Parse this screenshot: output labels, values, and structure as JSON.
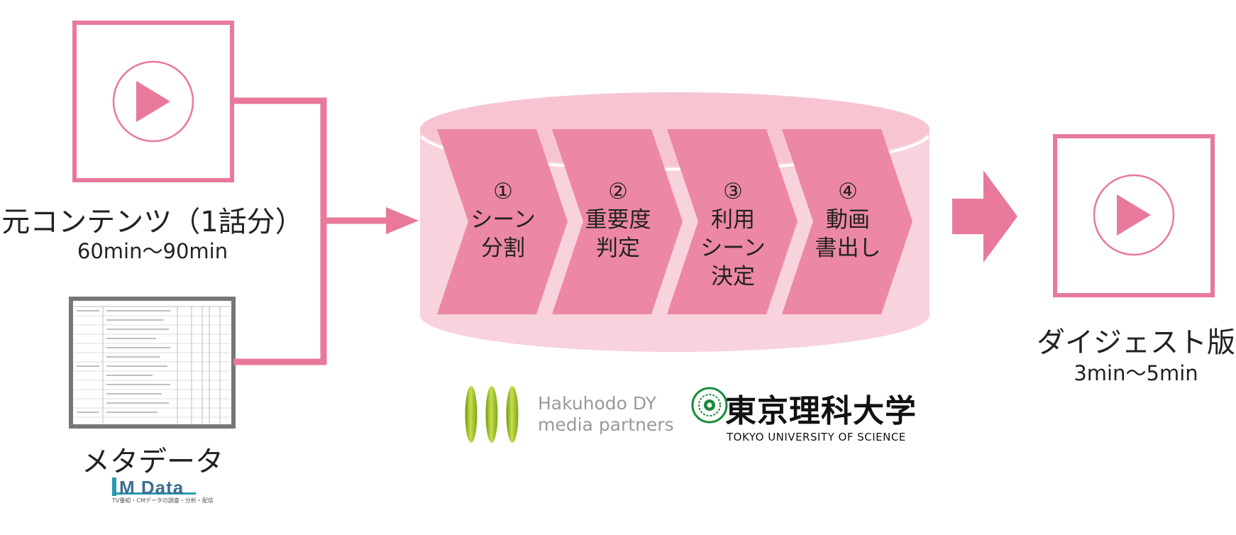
{
  "source": {
    "title": "元コンテンツ（1話分）",
    "duration": "60min〜90min"
  },
  "metadata": {
    "title": "メタデータ",
    "logo_text": "M Data",
    "logo_tagline": "TV番組・CMデータの調査・分析・配信"
  },
  "steps": [
    {
      "num": "①",
      "lines": [
        "シーン",
        "分割"
      ]
    },
    {
      "num": "②",
      "lines": [
        "重要度",
        "判定"
      ]
    },
    {
      "num": "③",
      "lines": [
        "利用",
        "シーン",
        "決定"
      ]
    },
    {
      "num": "④",
      "lines": [
        "動画",
        "書出し"
      ]
    }
  ],
  "digest": {
    "title": "ダイジェスト版",
    "duration": "3min〜5min"
  },
  "partners": {
    "hakuhodo_line1": "Hakuhodo DY",
    "hakuhodo_line2": "media partners",
    "tus_name": "東京理科大学",
    "tus_en": "TOKYO UNIVERSITY OF SCIENCE"
  },
  "colors": {
    "accent": "#e8799a",
    "step_fill": "#ec88a3",
    "cylinder": "#f8d2dc",
    "cylinder_top": "#f7c5d2",
    "hakuhodo_green": "#8db31c",
    "tus_green": "#1a8a3a"
  }
}
